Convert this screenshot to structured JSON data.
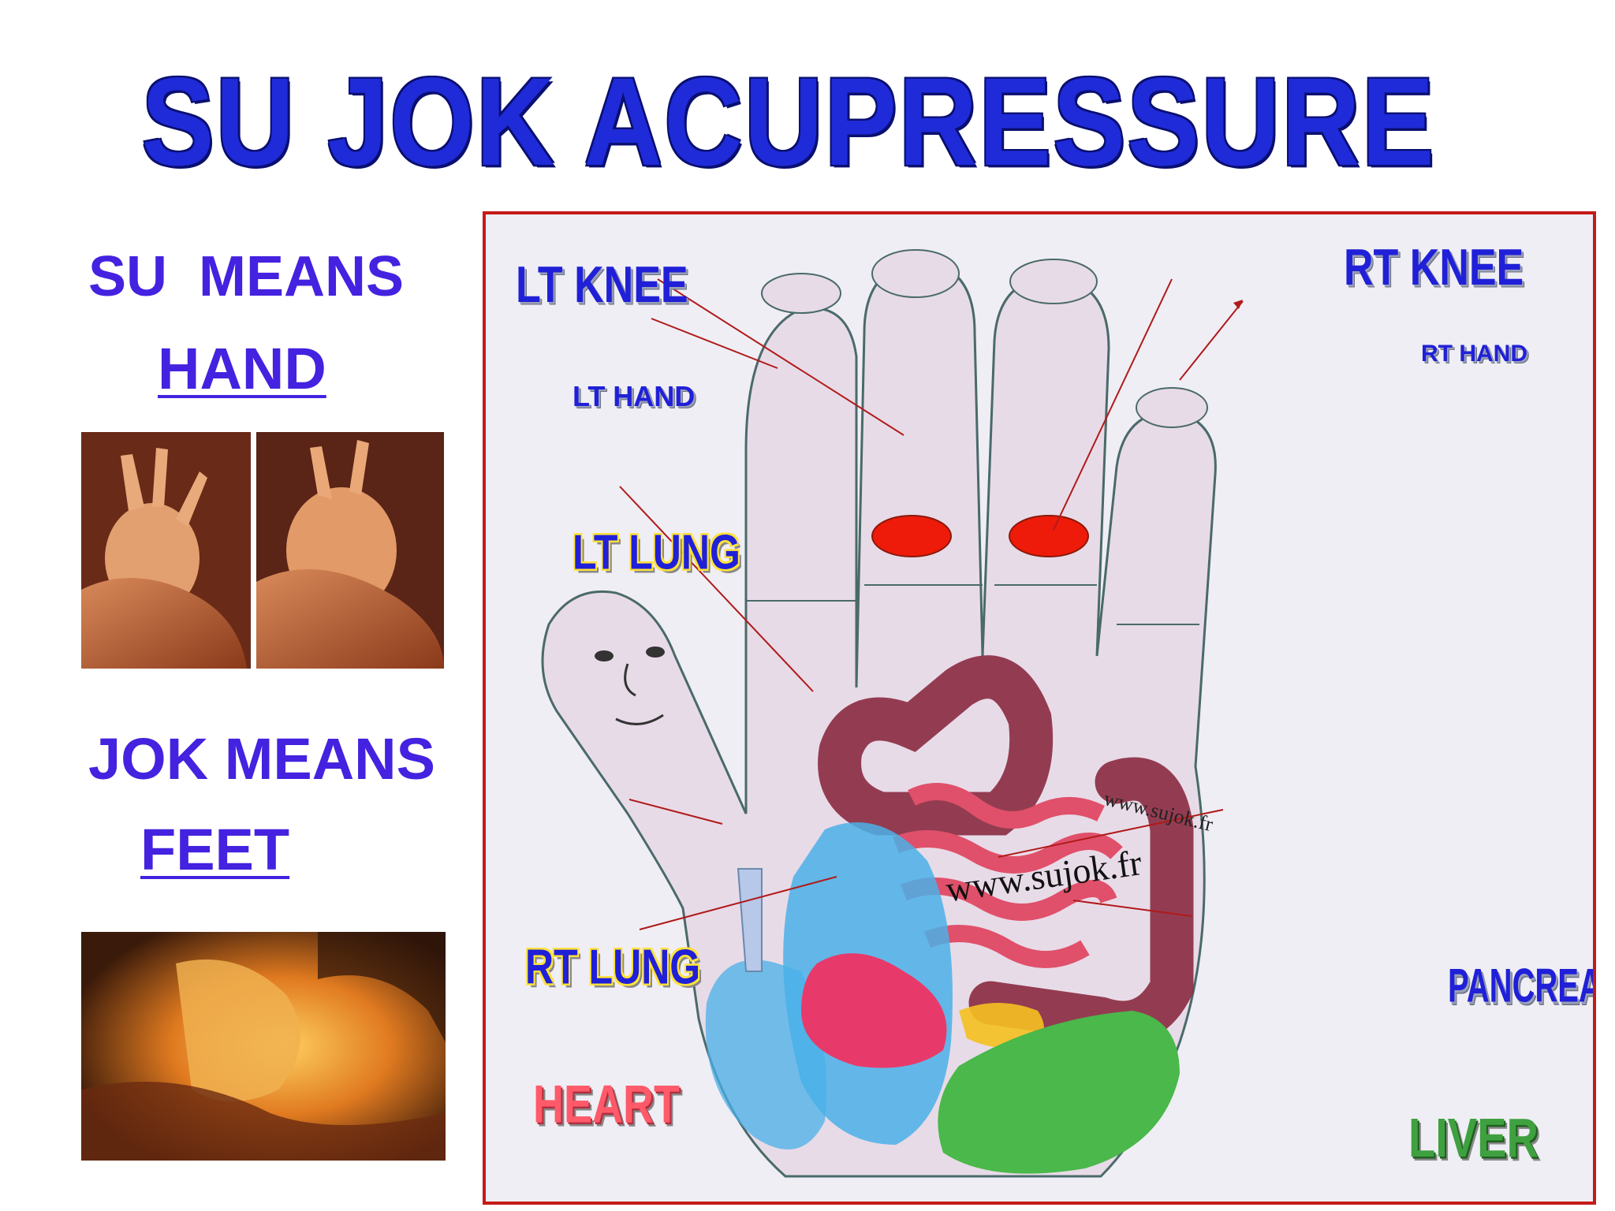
{
  "title": "SU JOK ACUPRESSURE",
  "left": {
    "su_means": "SU  MEANS",
    "hand": "HAND",
    "jok_means": "JOK MEANS",
    "feet": "FEET"
  },
  "diagram": {
    "labels": {
      "lt_knee": "LT KNEE",
      "rt_knee": "RT KNEE",
      "lt_hand": "LT HAND",
      "rt_hand": "RT HAND",
      "lt_lung": "LT LUNG",
      "rt_lung": "RT LUNG",
      "heart": "HEART",
      "pancreas": "PANCREAS",
      "liver": "LIVER"
    },
    "watermark_small": "www.sujok.fr",
    "watermark_large": "www.sujok.fr"
  },
  "colors": {
    "title_blue": "#1f2bd8",
    "side_text": "#4422e0",
    "panel_border": "#c41a1a",
    "knee_point": "#ee1a0a",
    "lung": "#4ab0e8",
    "heart": "#e83a6a",
    "liver": "#4ab84a",
    "intestine": "#8a2a40"
  }
}
